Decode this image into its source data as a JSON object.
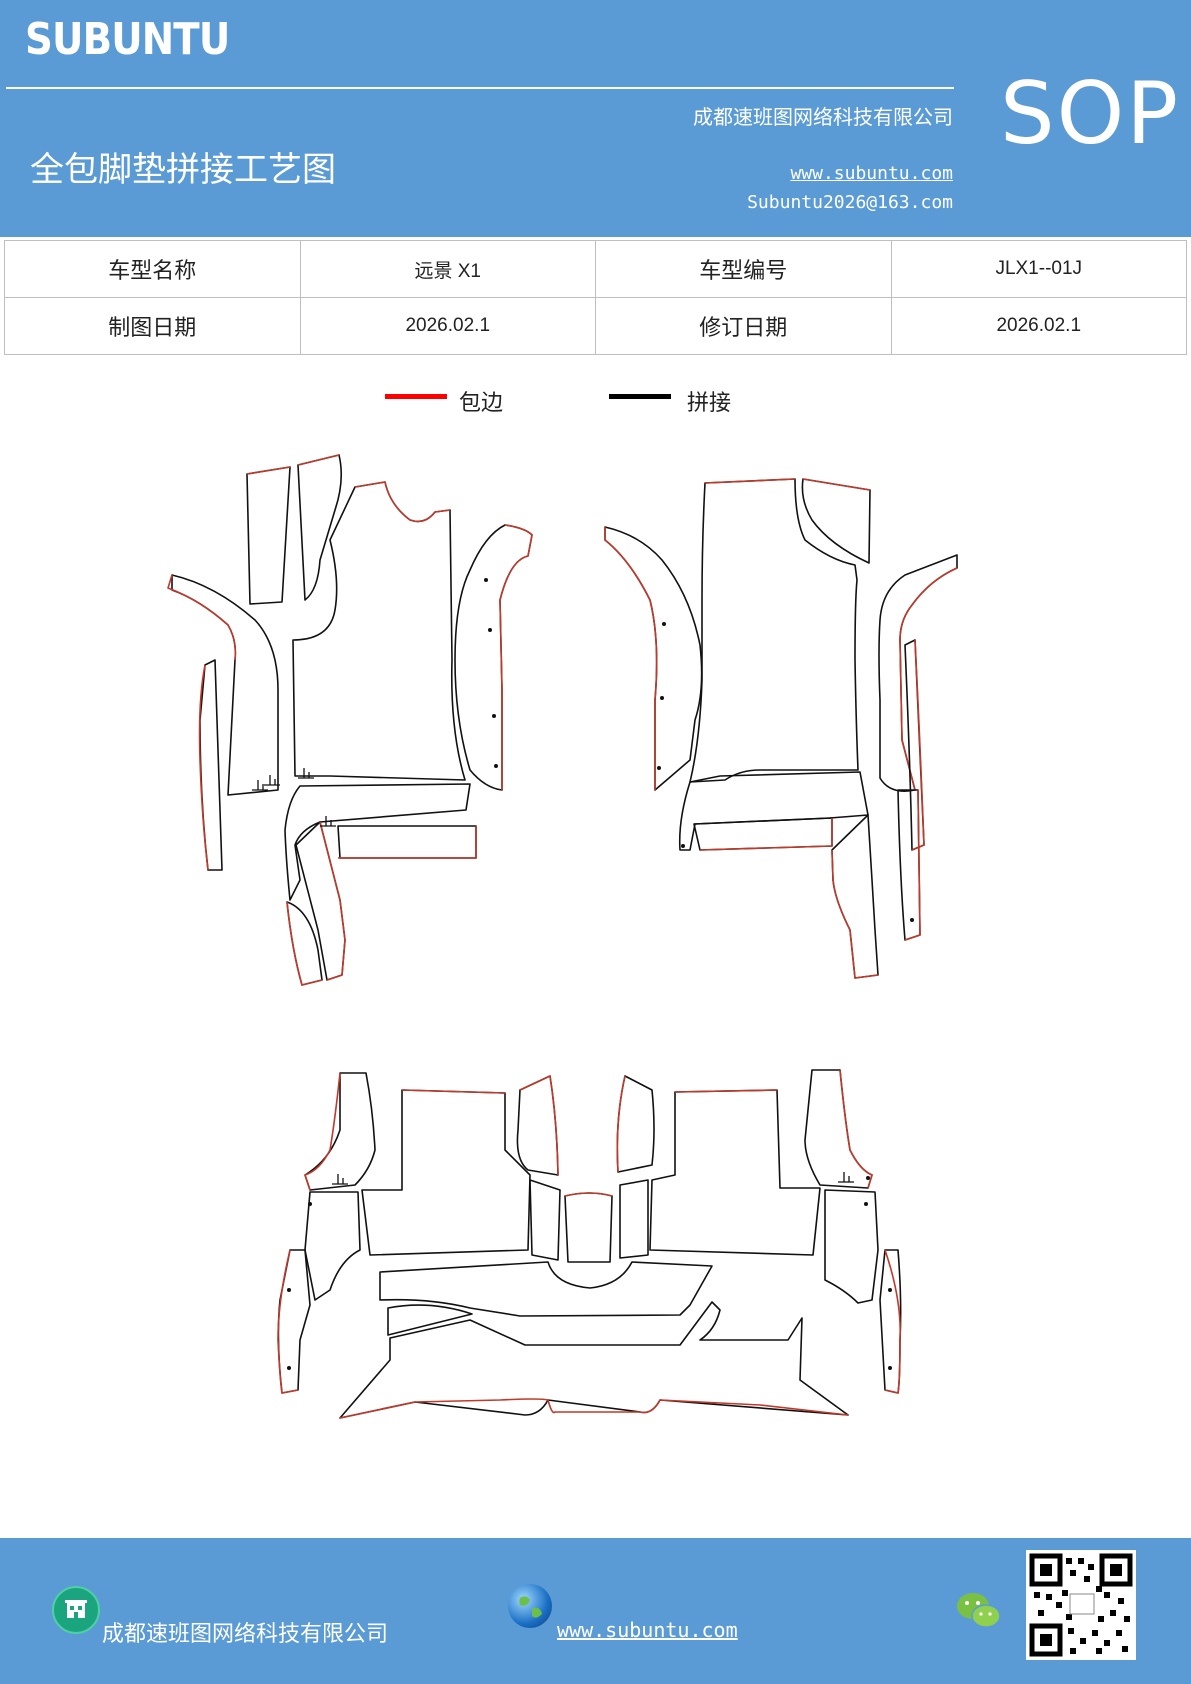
{
  "header": {
    "brand": "SUBUNTU",
    "company": "成都速班图网络科技有限公司",
    "title": "全包脚垫拼接工艺图",
    "website": "www.subuntu.com",
    "email": "Subuntu2026@163.com",
    "badge": "SOP"
  },
  "info_table": {
    "rows": [
      [
        {
          "label": "车型名称"
        },
        {
          "value": "远景 X1"
        },
        {
          "label": "车型编号"
        },
        {
          "value": "JLX1--01J"
        }
      ],
      [
        {
          "label": "制图日期"
        },
        {
          "value": "2026.02.1"
        },
        {
          "label": "修订日期"
        },
        {
          "value": "2026.02.1"
        }
      ]
    ],
    "c00": "车型名称",
    "c01": "远景 X1",
    "c02": "车型编号",
    "c03": "JLX1--01J",
    "c10": "制图日期",
    "c11": "2026.02.1",
    "c12": "修订日期",
    "c13": "2026.02.1"
  },
  "legend": {
    "items": [
      {
        "label": "包边",
        "color": "#ff0000"
      },
      {
        "label": "拼接",
        "color": "#000000"
      }
    ]
  },
  "drawing": {
    "stop_mark": "止",
    "edge_color": "#c0392b",
    "seam_color": "#111111"
  },
  "footer": {
    "company": "成都速班图网络科技有限公司",
    "website": "www.subuntu.com ",
    "icons": [
      "building-icon",
      "globe-icon",
      "wechat-icon",
      "qr-code"
    ]
  }
}
